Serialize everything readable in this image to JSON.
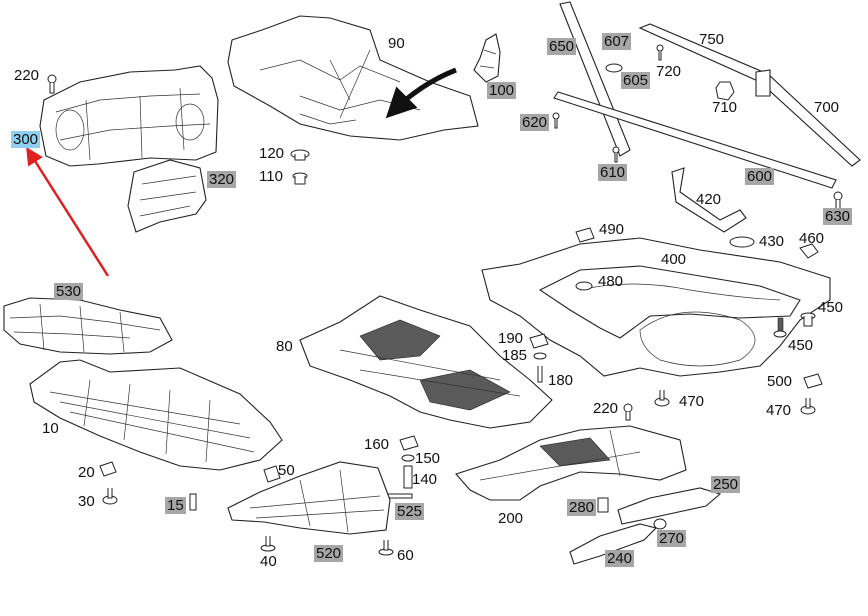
{
  "callouts": [
    {
      "id": "220a",
      "text": "220",
      "style": "plain"
    },
    {
      "id": "300",
      "text": "300",
      "style": "blue"
    },
    {
      "id": "320",
      "text": "320",
      "style": "gray"
    },
    {
      "id": "90",
      "text": "90",
      "style": "plain"
    },
    {
      "id": "120",
      "text": "120",
      "style": "plain"
    },
    {
      "id": "110",
      "text": "110",
      "style": "plain"
    },
    {
      "id": "100",
      "text": "100",
      "style": "gray"
    },
    {
      "id": "650",
      "text": "650",
      "style": "gray"
    },
    {
      "id": "607",
      "text": "607",
      "style": "gray"
    },
    {
      "id": "605",
      "text": "605",
      "style": "gray"
    },
    {
      "id": "750",
      "text": "750",
      "style": "plain"
    },
    {
      "id": "720",
      "text": "720",
      "style": "plain"
    },
    {
      "id": "710",
      "text": "710",
      "style": "plain"
    },
    {
      "id": "700",
      "text": "700",
      "style": "plain"
    },
    {
      "id": "620",
      "text": "620",
      "style": "gray"
    },
    {
      "id": "610",
      "text": "610",
      "style": "gray"
    },
    {
      "id": "600",
      "text": "600",
      "style": "gray"
    },
    {
      "id": "630",
      "text": "630",
      "style": "gray"
    },
    {
      "id": "420",
      "text": "420",
      "style": "plain"
    },
    {
      "id": "430",
      "text": "430",
      "style": "plain"
    },
    {
      "id": "460",
      "text": "460",
      "style": "plain"
    },
    {
      "id": "490",
      "text": "490",
      "style": "plain"
    },
    {
      "id": "400",
      "text": "400",
      "style": "plain"
    },
    {
      "id": "480",
      "text": "480",
      "style": "plain"
    },
    {
      "id": "450a",
      "text": "450",
      "style": "plain"
    },
    {
      "id": "450b",
      "text": "450",
      "style": "plain"
    },
    {
      "id": "530",
      "text": "530",
      "style": "gray"
    },
    {
      "id": "80",
      "text": "80",
      "style": "plain"
    },
    {
      "id": "190",
      "text": "190",
      "style": "plain"
    },
    {
      "id": "185",
      "text": "185",
      "style": "plain"
    },
    {
      "id": "180",
      "text": "180",
      "style": "plain"
    },
    {
      "id": "500",
      "text": "500",
      "style": "plain"
    },
    {
      "id": "470a",
      "text": "470",
      "style": "plain"
    },
    {
      "id": "470b",
      "text": "470",
      "style": "plain"
    },
    {
      "id": "220b",
      "text": "220",
      "style": "plain"
    },
    {
      "id": "10",
      "text": "10",
      "style": "plain"
    },
    {
      "id": "160",
      "text": "160",
      "style": "plain"
    },
    {
      "id": "150",
      "text": "150",
      "style": "plain"
    },
    {
      "id": "140",
      "text": "140",
      "style": "plain"
    },
    {
      "id": "20",
      "text": "20",
      "style": "plain"
    },
    {
      "id": "50",
      "text": "50",
      "style": "plain"
    },
    {
      "id": "30",
      "text": "30",
      "style": "plain"
    },
    {
      "id": "15",
      "text": "15",
      "style": "gray"
    },
    {
      "id": "525",
      "text": "525",
      "style": "gray"
    },
    {
      "id": "200",
      "text": "200",
      "style": "plain"
    },
    {
      "id": "250",
      "text": "250",
      "style": "gray"
    },
    {
      "id": "280",
      "text": "280",
      "style": "gray"
    },
    {
      "id": "270",
      "text": "270",
      "style": "gray"
    },
    {
      "id": "240",
      "text": "240",
      "style": "gray"
    },
    {
      "id": "520",
      "text": "520",
      "style": "gray"
    },
    {
      "id": "40",
      "text": "40",
      "style": "plain"
    },
    {
      "id": "60",
      "text": "60",
      "style": "plain"
    }
  ],
  "colors": {
    "highlight_blue": "#8fd0f2",
    "label_gray": "#a6a6a6",
    "pointer_red": "#e02020",
    "line": "#222222"
  }
}
